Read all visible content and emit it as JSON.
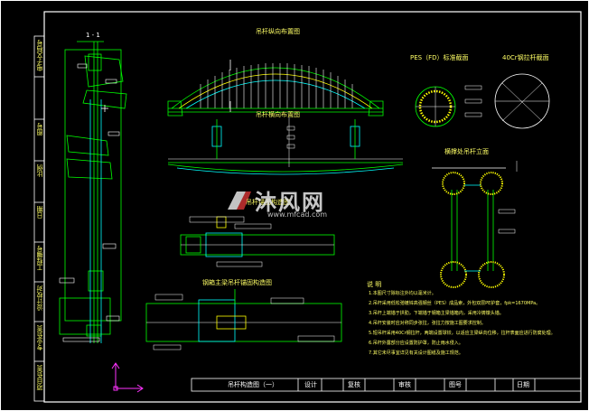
{
  "drawing": {
    "section_label": "1 - 1",
    "elevation_title": "吊杆纵向布置图",
    "plan_title": "吊杆横向布置图",
    "pes_title": "PES（FD）标准截面",
    "steel_title": "40Cr钢拉杆截面",
    "side_title": "横撑处吊杆立面",
    "anchor_title": "吊杆锚固构造图",
    "lower_title": "钢箱主梁吊杆锚固构造图",
    "notes_heading": "说  明",
    "notes": [
      "1.本图尺寸除标注外均以毫米计。",
      "2.吊杆采用低松弛镀锌高强钢丝（PES）成品索，外包双层PE护套，fpk=1670MPa。",
      "3.吊杆上端锚于拱肋，下端锚于钢箱主梁锚箱内，采用冷铸镦头锚。",
      "4.吊杆安装时应对称同步张拉，张拉力按施工图要求控制。",
      "5.短吊杆采用40Cr钢拉杆，两端设置球铰，以适应主梁纵向位移，拉杆表面应进行防腐处理。",
      "6.吊杆外露部分应设置防护罩，防止雨水侵入。",
      "7.其它未尽事宜详见有关设计图纸及施工规范。"
    ]
  },
  "title_block": {
    "drawing_name": "吊杆构造图（一）",
    "design": "设计",
    "review": "复核",
    "audit": "审核",
    "drawing_no": "图号",
    "date": "日期"
  },
  "side_strip": [
    "项目负责",
    "专业负责",
    "设计校对",
    "工程编号",
    "日期",
    "比例",
    "图号",
    "电子文档号"
  ],
  "watermark": {
    "brand": "沐风网",
    "url": "www.mfcad.com"
  }
}
